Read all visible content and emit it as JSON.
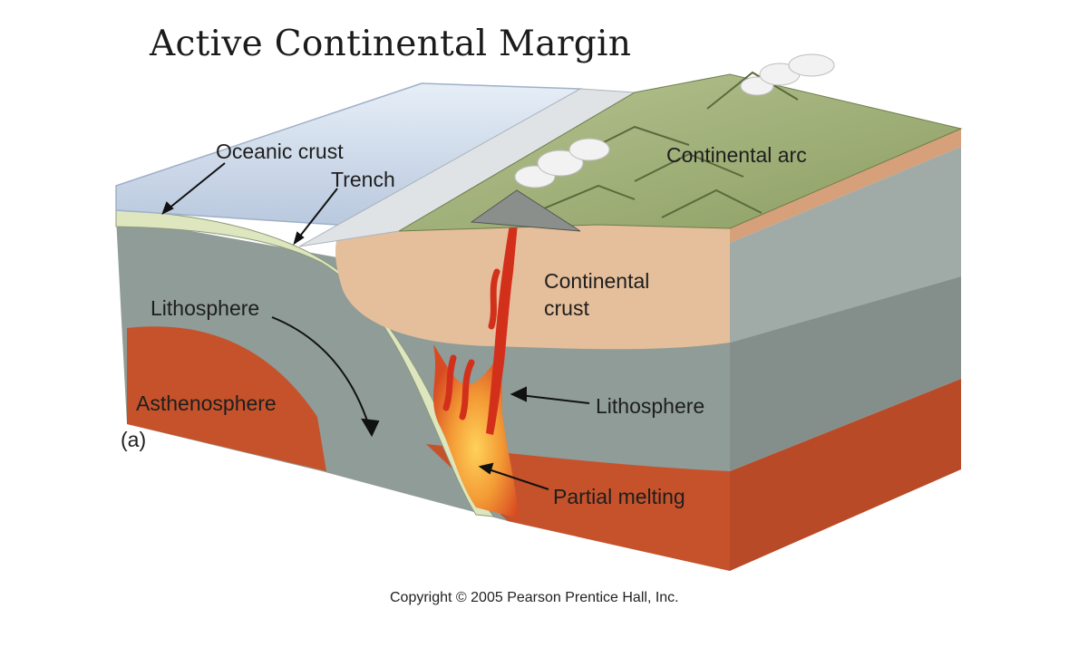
{
  "title": "Active Continental Margin",
  "labels": {
    "oceanic_crust": "Oceanic crust",
    "trench": "Trench",
    "continental_arc": "Continental arc",
    "continental_crust_1": "Continental",
    "continental_crust_2": "crust",
    "lithosphere_left": "Lithosphere",
    "lithosphere_right": "Lithosphere",
    "asthenosphere": "Asthenosphere",
    "partial_melting": "Partial melting",
    "panel": "(a)"
  },
  "copyright": "Copyright © 2005 Pearson Prentice Hall, Inc.",
  "colors": {
    "ocean_water": "#cfdced",
    "oceanic_crust": "#dfe7c4",
    "lithosphere": "#8d9a96",
    "asthenosphere": "#c8502a",
    "continental_crust": "#e6bf9c",
    "continental_surface": "#9fb07a",
    "magma": "#d8331f",
    "melt": "#f29a36"
  }
}
